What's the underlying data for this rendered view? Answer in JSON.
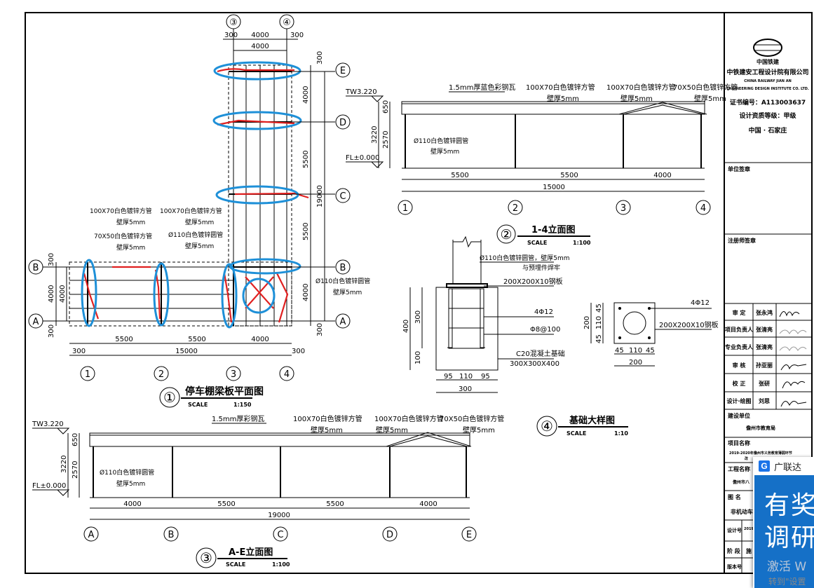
{
  "grid_top": [
    "③",
    "④",
    "E",
    "D",
    "C",
    "B",
    "A"
  ],
  "plan": {
    "title": "停车棚梁板平面图",
    "number": "①",
    "scale_label": "SCALE",
    "scale_value": "1:150",
    "dims_top": [
      "300",
      "4000",
      "300",
      "4000"
    ],
    "dims_right": [
      "300",
      "4000",
      "5500",
      "19000",
      "5500",
      "4000",
      "300"
    ],
    "dims_left": [
      "300",
      "4000",
      "4000",
      "300"
    ],
    "dims_bottom": [
      "5500",
      "5500",
      "4000",
      "300",
      "15000",
      "300"
    ],
    "axes_bottom": [
      "1",
      "2",
      "3",
      "4"
    ],
    "axes_left": [
      "B",
      "A"
    ],
    "axes_right": [
      "E",
      "D",
      "C",
      "B",
      "A"
    ],
    "label_a1": "100X70白色镀锌方管",
    "label_a2": "壁厚5mm",
    "label_b1": "70X50白色镀锌方管",
    "label_b2": "壁厚5mm",
    "label_c1": "100X70白色镀锌方管",
    "label_c2": "壁厚5mm",
    "label_d1": "Ø110白色镀锌圆管",
    "label_d2": "壁厚5mm",
    "label_e1": "Ø110白色镀锌圆管",
    "label_e2": "壁厚5mm"
  },
  "elev14": {
    "title": "1-4立面图",
    "number": "②",
    "scale_label": "SCALE",
    "scale_value": "1:100",
    "tw": "TW3.220",
    "fl": "FL±0.000",
    "roof": "1.5mm厚蓝色彩钢瓦",
    "tube1": "100X70白色镀锌方管",
    "tube1b": "壁厚5mm",
    "tube2": "100X70白色镀锌方管",
    "tube2b": "壁厚5mm",
    "tube3": "70X50白色镀锌方管",
    "tube3b": "壁厚5mm",
    "post": "Ø110白色镀锌圆管",
    "postb": "壁厚5mm",
    "dims_v": [
      "650",
      "3220",
      "2570"
    ],
    "dims_h": [
      "5500",
      "5500",
      "4000",
      "15000"
    ],
    "axes": [
      "1",
      "2",
      "3",
      "4"
    ]
  },
  "elevAE": {
    "title": "A-E立面图",
    "number": "③",
    "scale_label": "SCALE",
    "scale_value": "1:100",
    "tw": "TW3.220",
    "fl": "FL±0.000",
    "roof": "1.5mm厚彩钢瓦",
    "tube1": "100X70白色镀锌方管",
    "tube1b": "壁厚5mm",
    "tube2": "100X70白色镀锌方管",
    "tube2b": "壁厚5mm",
    "tube3": "70X50白色镀锌方管",
    "tube3b": "壁厚5mm",
    "post": "Ø110白色镀锌圆管",
    "postb": "壁厚5mm",
    "dims_v": [
      "650",
      "3220",
      "2570"
    ],
    "dims_h": [
      "4000",
      "5500",
      "5500",
      "4000",
      "19000"
    ],
    "axes": [
      "A",
      "B",
      "C",
      "D",
      "E"
    ]
  },
  "foundation": {
    "title": "基础大样图",
    "number": "④",
    "scale_label": "SCALE",
    "scale_value": "1:10",
    "n1": "Ø110白色镀锌圆管，壁厚5mm",
    "n1b": "与预埋件焊牢",
    "n2": "200X200X10钢板",
    "n3": "4Φ12",
    "n4": "Φ8@100",
    "n5": "C20混凝土基础",
    "n6": "300X300X400",
    "dims_v": [
      "400",
      "300",
      "100"
    ],
    "dims_h": [
      "95",
      "110",
      "95",
      "300"
    ],
    "plate_n1": "4Φ12",
    "plate_n2": "200X200X10钢板",
    "plate_v": [
      "200",
      "45",
      "110",
      "45"
    ],
    "plate_h": [
      "45",
      "110",
      "45",
      "200"
    ]
  },
  "titleblock": {
    "org_logo_text": "中国铁建",
    "org": "中铁建安工程设计院有限公司",
    "org_en1": "CHINA RAILWAY JIAN AN",
    "org_en2": "ENGINEERING DESIGN INSTITUTE CO. LTD.",
    "cert": "证书编号：A113003637",
    "grade": "设计资质等级：甲级",
    "city": "中国 · 石家庄",
    "unit_sign": "单位签章",
    "reg_sign": "注册师签章",
    "rows": [
      {
        "role": "审  定",
        "name": "张永鸿"
      },
      {
        "role": "项目负责人",
        "name": "张清亮"
      },
      {
        "role": "专业负责人",
        "name": "张清亮"
      },
      {
        "role": "审  核",
        "name": "孙亚丽"
      },
      {
        "role": "校  正",
        "name": "张研"
      },
      {
        "role": "设计·绘图",
        "name": "刘思"
      }
    ],
    "client_label": "建设单位",
    "client": "儋州市教育局",
    "project_label": "项目名称",
    "project": "2019-2020年儋州市义务教育薄弱环节",
    "project2": "改",
    "eng_label": "工程名称",
    "eng_value": "儋州市八",
    "drawing_label": "图  名",
    "drawing_value": "非机动车",
    "no_label": "设计号",
    "no_value": "2019",
    "stage_label": "阶  段",
    "stage_value": "施",
    "ver_label": "版本号"
  },
  "popup": {
    "brand": "广联达",
    "big1": "有奖",
    "big2": "调研"
  },
  "watermark": {
    "line1": "激活 W",
    "line2": "转到\"设置"
  }
}
